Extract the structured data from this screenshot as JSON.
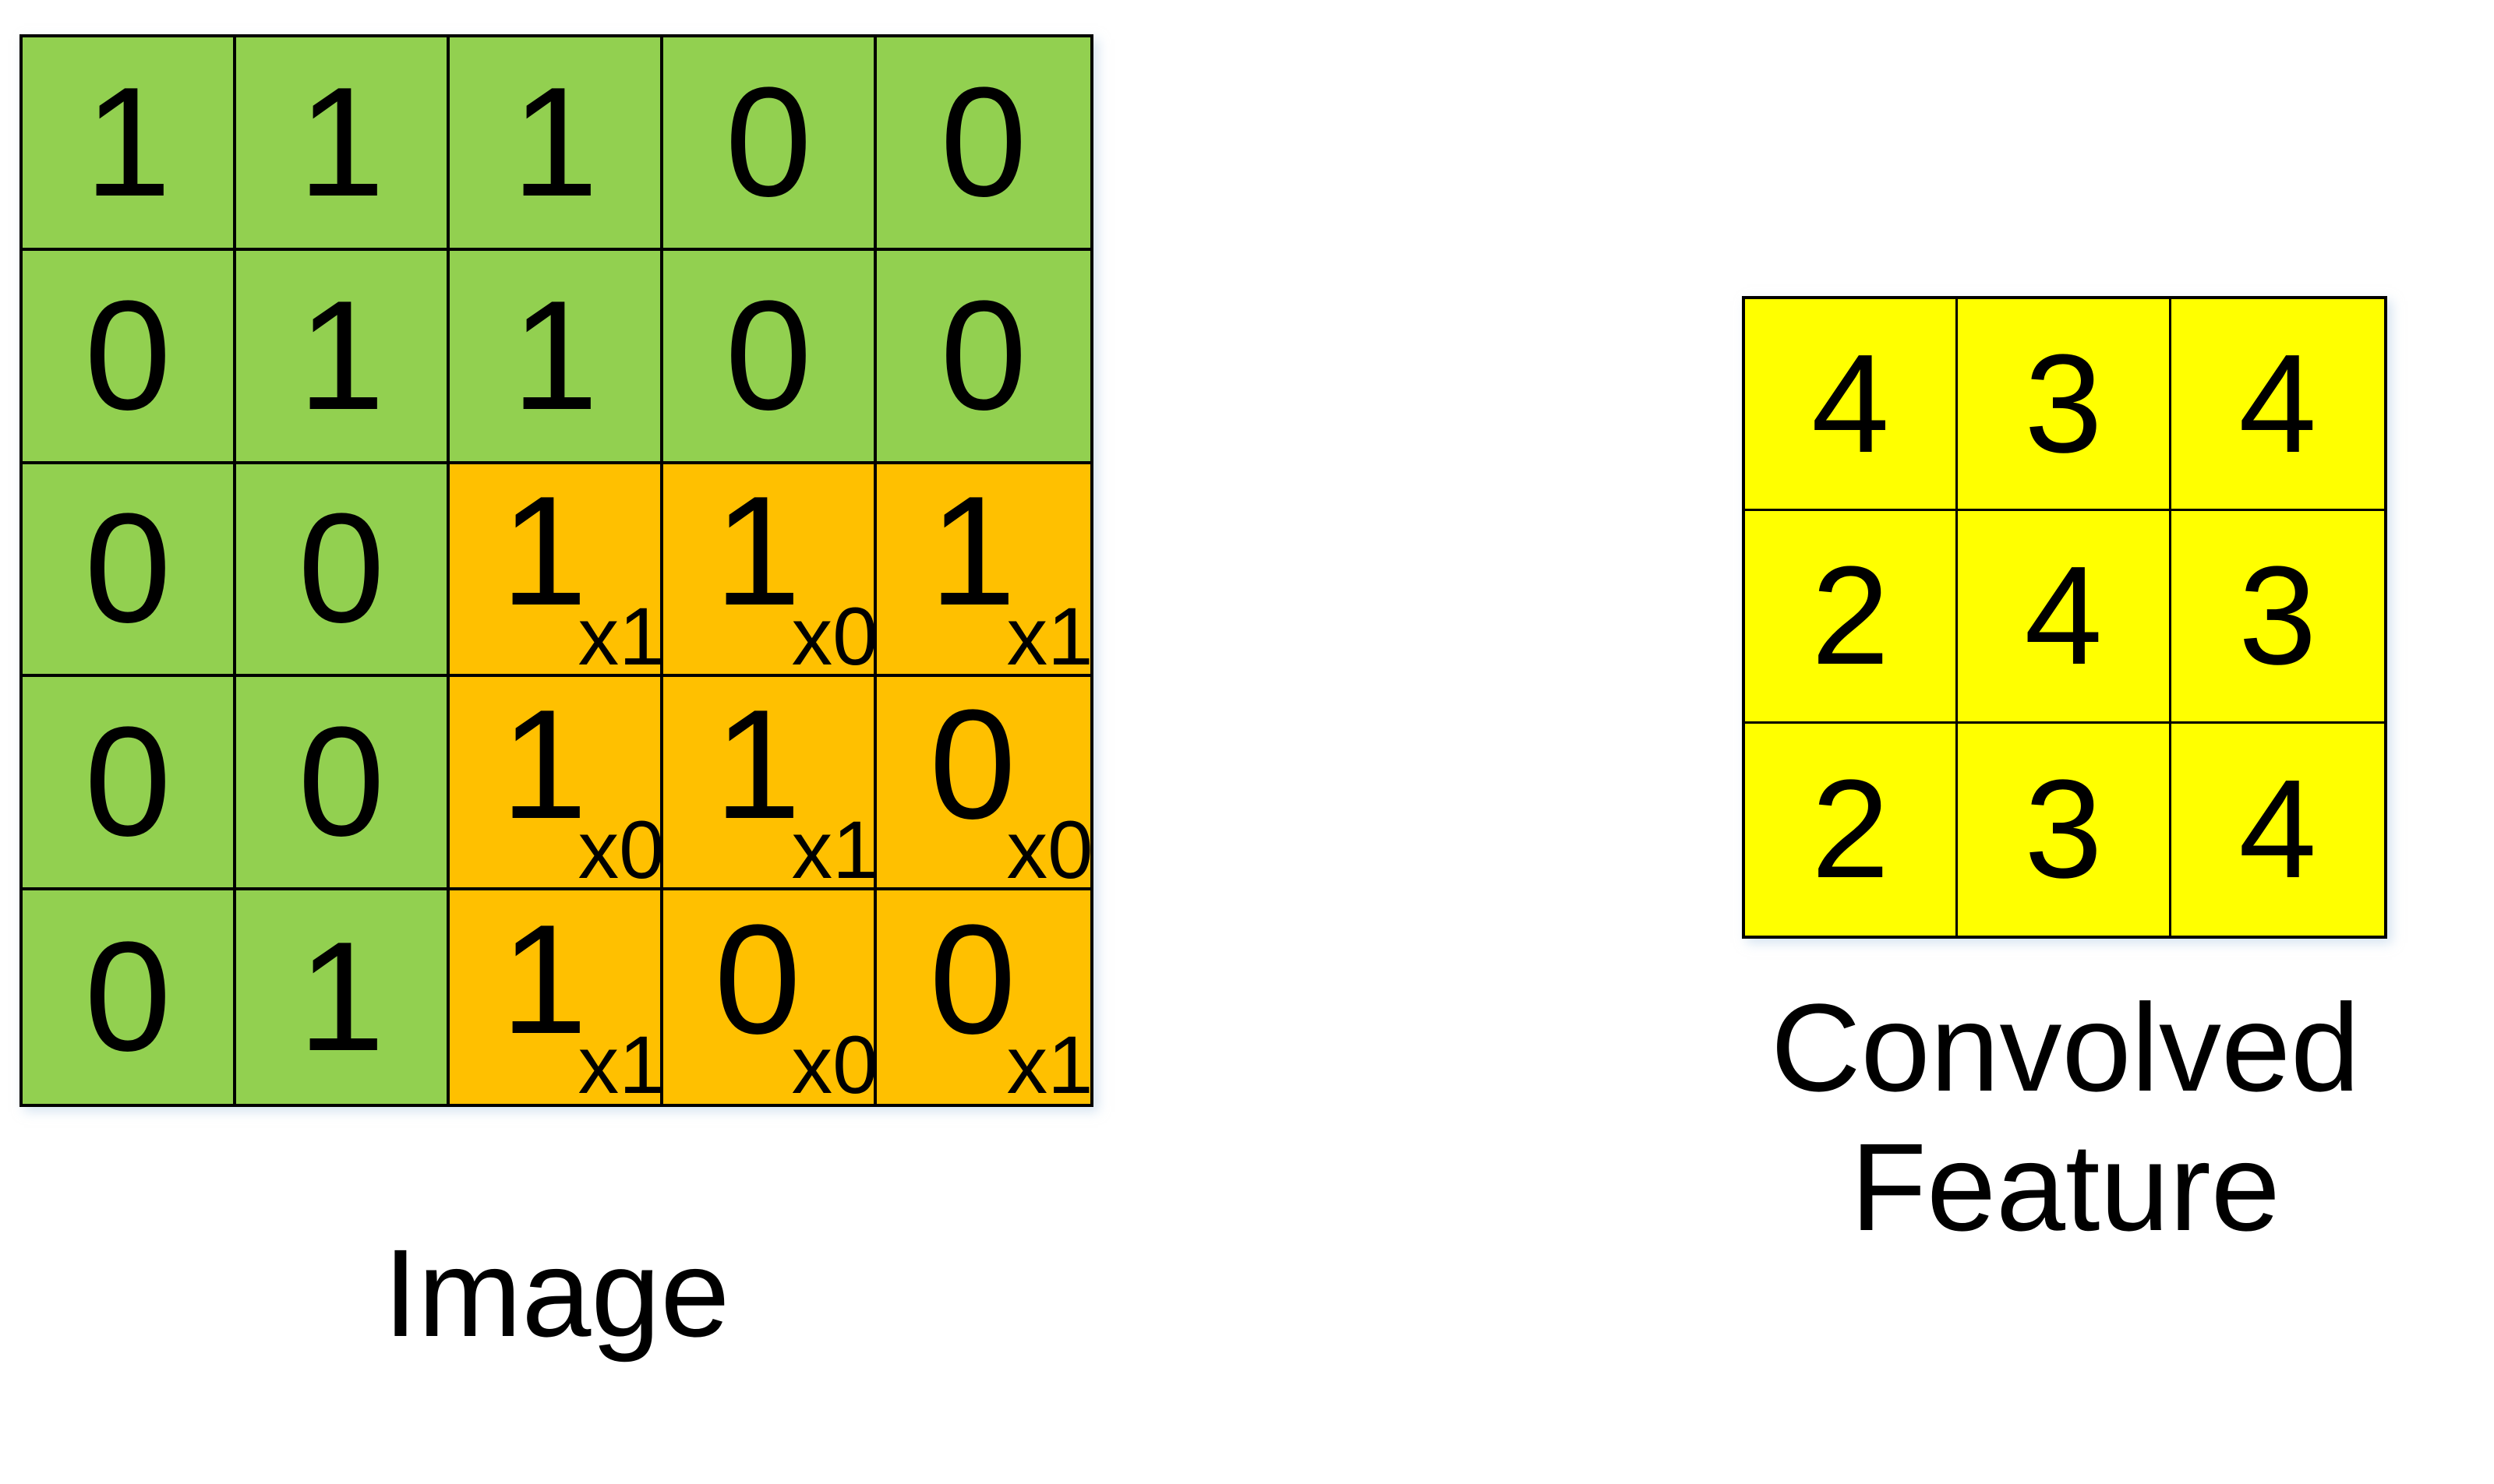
{
  "palette": {
    "background": "#FFFFFF",
    "image_cell": "#92D050",
    "kernel_cell": "#FFC000",
    "feature_cell": "#FFFF00",
    "grid_line": "#000000",
    "text": "#000000"
  },
  "image_panel": {
    "caption": "Image",
    "rows": 5,
    "cols": 5,
    "cells": [
      [
        {
          "value": "1",
          "weight": null,
          "highlight": false
        },
        {
          "value": "1",
          "weight": null,
          "highlight": false
        },
        {
          "value": "1",
          "weight": null,
          "highlight": false
        },
        {
          "value": "0",
          "weight": null,
          "highlight": false
        },
        {
          "value": "0",
          "weight": null,
          "highlight": false
        }
      ],
      [
        {
          "value": "0",
          "weight": null,
          "highlight": false
        },
        {
          "value": "1",
          "weight": null,
          "highlight": false
        },
        {
          "value": "1",
          "weight": null,
          "highlight": false
        },
        {
          "value": "0",
          "weight": null,
          "highlight": false
        },
        {
          "value": "0",
          "weight": null,
          "highlight": false
        }
      ],
      [
        {
          "value": "0",
          "weight": null,
          "highlight": false
        },
        {
          "value": "0",
          "weight": null,
          "highlight": false
        },
        {
          "value": "1",
          "weight": "x1",
          "highlight": true
        },
        {
          "value": "1",
          "weight": "x0",
          "highlight": true
        },
        {
          "value": "1",
          "weight": "x1",
          "highlight": true
        }
      ],
      [
        {
          "value": "0",
          "weight": null,
          "highlight": false
        },
        {
          "value": "0",
          "weight": null,
          "highlight": false
        },
        {
          "value": "1",
          "weight": "x0",
          "highlight": true
        },
        {
          "value": "1",
          "weight": "x1",
          "highlight": true
        },
        {
          "value": "0",
          "weight": "x0",
          "highlight": true
        }
      ],
      [
        {
          "value": "0",
          "weight": null,
          "highlight": false
        },
        {
          "value": "1",
          "weight": null,
          "highlight": false
        },
        {
          "value": "1",
          "weight": "x1",
          "highlight": true
        },
        {
          "value": "0",
          "weight": "x0",
          "highlight": true
        },
        {
          "value": "0",
          "weight": "x1",
          "highlight": true
        }
      ]
    ]
  },
  "feature_panel": {
    "caption": "Convolved\nFeature",
    "rows": 3,
    "cols": 3,
    "cells": [
      [
        {
          "value": "4"
        },
        {
          "value": "3"
        },
        {
          "value": "4"
        }
      ],
      [
        {
          "value": "2"
        },
        {
          "value": "4"
        },
        {
          "value": "3"
        }
      ],
      [
        {
          "value": "2"
        },
        {
          "value": "3"
        },
        {
          "value": "4"
        }
      ]
    ]
  },
  "chart_data": {
    "type": "heatmap",
    "title": "",
    "panels": [
      {
        "name": "Image",
        "matrix": [
          [
            1,
            1,
            1,
            0,
            0
          ],
          [
            0,
            1,
            1,
            0,
            0
          ],
          [
            0,
            0,
            1,
            1,
            1
          ],
          [
            0,
            0,
            1,
            1,
            0
          ],
          [
            0,
            1,
            1,
            0,
            0
          ]
        ],
        "highlight_region": {
          "row_start": 2,
          "row_end": 4,
          "col_start": 2,
          "col_end": 4
        },
        "kernel": [
          [
            1,
            0,
            1
          ],
          [
            0,
            1,
            0
          ],
          [
            1,
            0,
            1
          ]
        ],
        "colors": {
          "base": "#92D050",
          "highlight": "#FFC000"
        }
      },
      {
        "name": "Convolved Feature",
        "matrix": [
          [
            4,
            3,
            4
          ],
          [
            2,
            4,
            3
          ],
          [
            2,
            3,
            4
          ]
        ],
        "colors": {
          "base": "#FFFF00"
        }
      }
    ]
  }
}
